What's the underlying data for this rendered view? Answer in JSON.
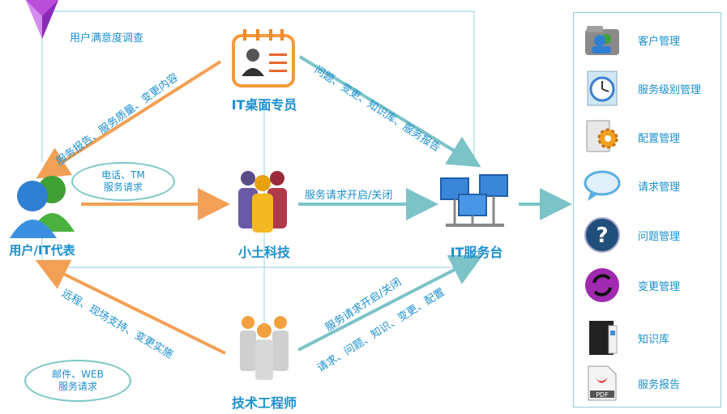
{
  "diagram": {
    "survey_label": "用户满意度调查",
    "nodes": {
      "desktop": "IT桌面专员",
      "user": "用户/IT代表",
      "company": "小土科技",
      "servicedesk": "IT服务台",
      "engineer": "技术工程师"
    },
    "edges": {
      "desktop_to_user": "服务报告、服务质量、变更内容",
      "desktop_to_desk": "问题、变更、知识库、服务报告",
      "company_to_desk": "服务请求开启/关闭",
      "engineer_to_user": "远程、现场支持、变更实施",
      "engineer_to_desk_1": "服务请求开启/关闭",
      "engineer_to_desk_2": "请求、问题、知识、变更、配置"
    },
    "bubbles": {
      "phone": "电话、TM\n服务请求",
      "mail": "邮件、WEB\n服务请求"
    }
  },
  "sidebar": {
    "items": [
      {
        "label": "客户管理",
        "icon": "users-folder-icon"
      },
      {
        "label": "服务级别管理",
        "icon": "clock-icon"
      },
      {
        "label": "配置管理",
        "icon": "config-gear-icon"
      },
      {
        "label": "请求管理",
        "icon": "speech-bubble-icon"
      },
      {
        "label": "问题管理",
        "icon": "question-icon"
      },
      {
        "label": "变更管理",
        "icon": "refresh-icon"
      },
      {
        "label": "知识库",
        "icon": "book-icon"
      },
      {
        "label": "服务报告",
        "icon": "pdf-icon"
      }
    ]
  },
  "colors": {
    "orange": "#f2a055",
    "teal": "#7cc3c8",
    "blue_text": "#1a8fd0",
    "frame": "#a9d8e6"
  }
}
